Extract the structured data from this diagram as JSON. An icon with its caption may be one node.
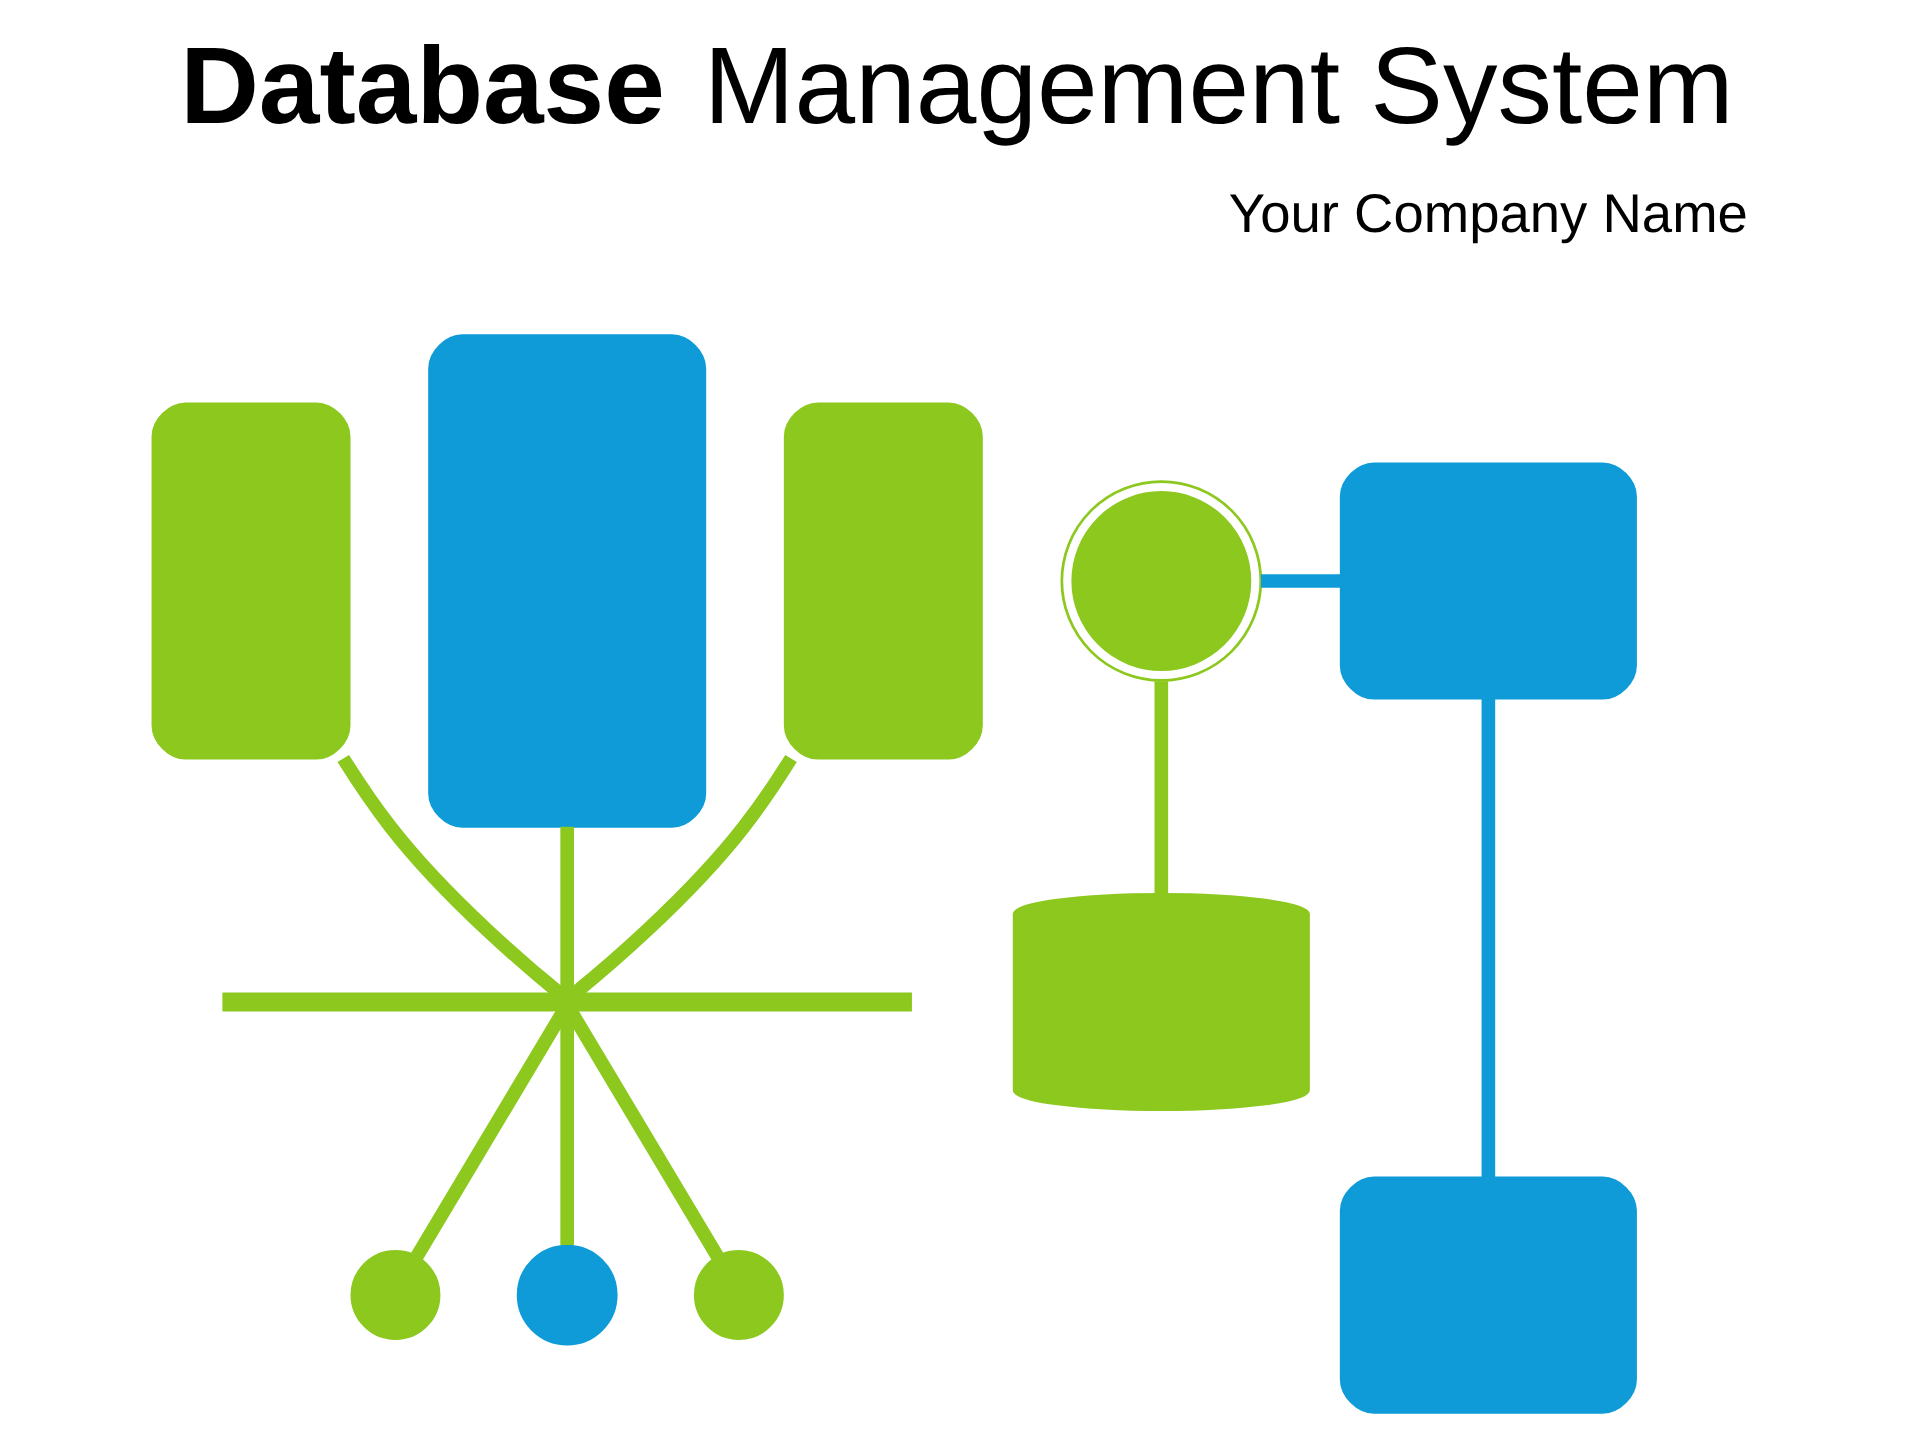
{
  "diagram": {
    "title": "**Database** Management System",
    "nodes": [
      {
        "text": [],
        "shape": "box"
      },
      {
        "text": [],
        "shape": "box"
      },
      {
        "text": [],
        "shape": "box"
      },
      {
        "text": [],
        "shape": "bar"
      },
      {
        "text": [],
        "shape": "circle"
      },
      {
        "text": [],
        "shape": "circle"
      },
      {
        "text": [],
        "shape": "circle"
      },
      {
        "text": [],
        "shape": "picture"
      },
      {
        "text": [],
        "shape": "box"
      },
      {
        "text": [],
        "shape": "cylinder"
      },
      {
        "text": [],
        "shape": "box"
      }
    ],
    "edges": [
      {
        "from": 0,
        "to": 3,
        "arrow": "none"
      },
      {
        "from": 1,
        "to": 3,
        "arrow": "none"
      },
      {
        "from": 2,
        "to": 3,
        "arrow": "none"
      },
      {
        "from": 3,
        "to": 4,
        "arrow": "none"
      },
      {
        "from": 3,
        "to": 5,
        "arrow": "none"
      },
      {
        "from": 3,
        "to": 6,
        "arrow": "none"
      },
      {
        "from": 7,
        "to": 8,
        "arrow": "none",
        "color": "#0f9bd7"
      },
      {
        "from": 7,
        "to": 9,
        "arrow": "none"
      },
      {
        "from": 8,
        "to": 10,
        "arrow": "none",
        "color": "#0f9bd7"
      }
    ],
    "labels": [
      "Your Company Name"
    ]
  }
}
